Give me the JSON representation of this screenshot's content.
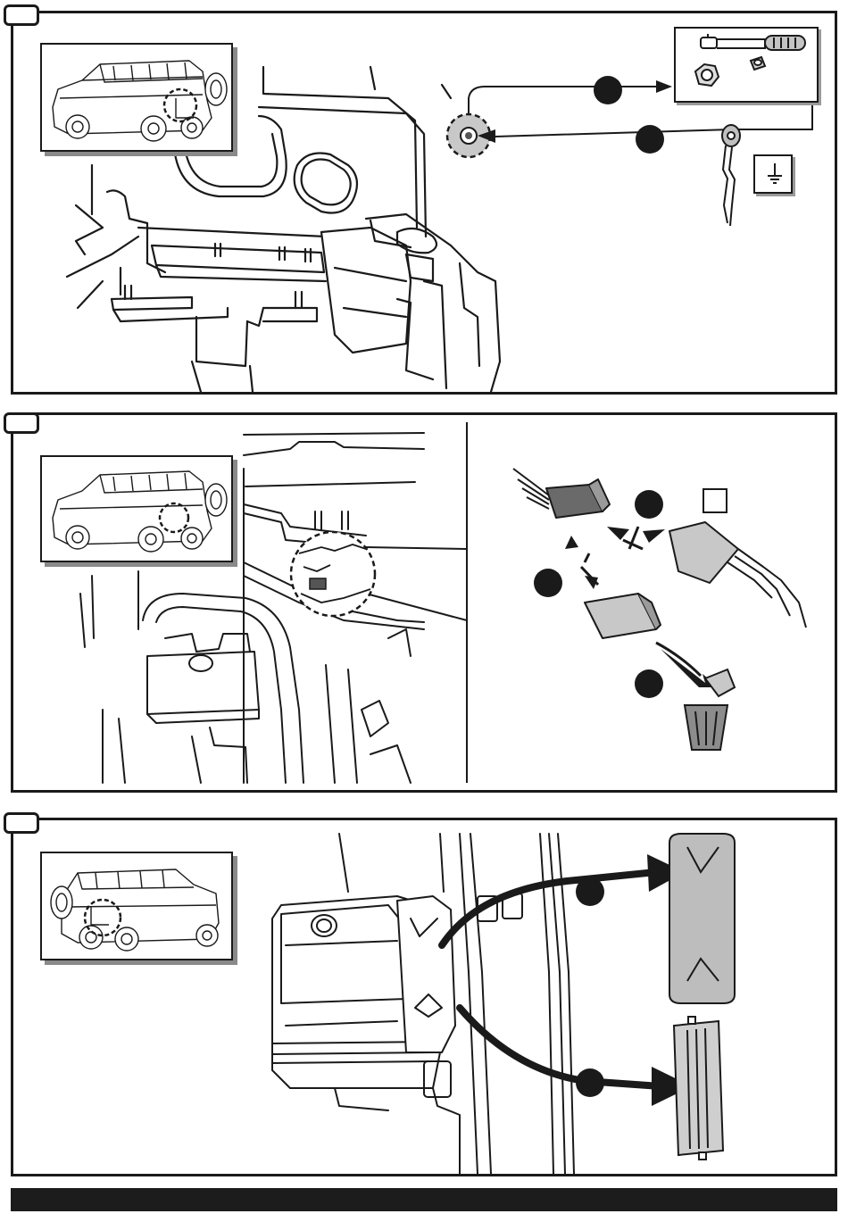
{
  "document": {
    "type": "installation-instruction-sheet",
    "panels": [
      {
        "id": "panel-1",
        "step_markers": 2,
        "has_ground_symbol": true
      },
      {
        "id": "panel-2",
        "step_markers": 3,
        "has_blank_checkbox": true
      },
      {
        "id": "panel-3",
        "step_markers": 2
      }
    ]
  },
  "icons": [
    "vehicle-rear-icon",
    "ratchet-wrench-icon",
    "nut-icon",
    "ring-terminal-icon",
    "ground-symbol-icon",
    "connector-icon",
    "waste-bin-icon",
    "cover-cap-icon"
  ],
  "colors": {
    "line": "#1a1a1a",
    "shadow": "#8a8a8a",
    "part_fill": "#b8b8b8",
    "footer": "#1c1c1c"
  }
}
